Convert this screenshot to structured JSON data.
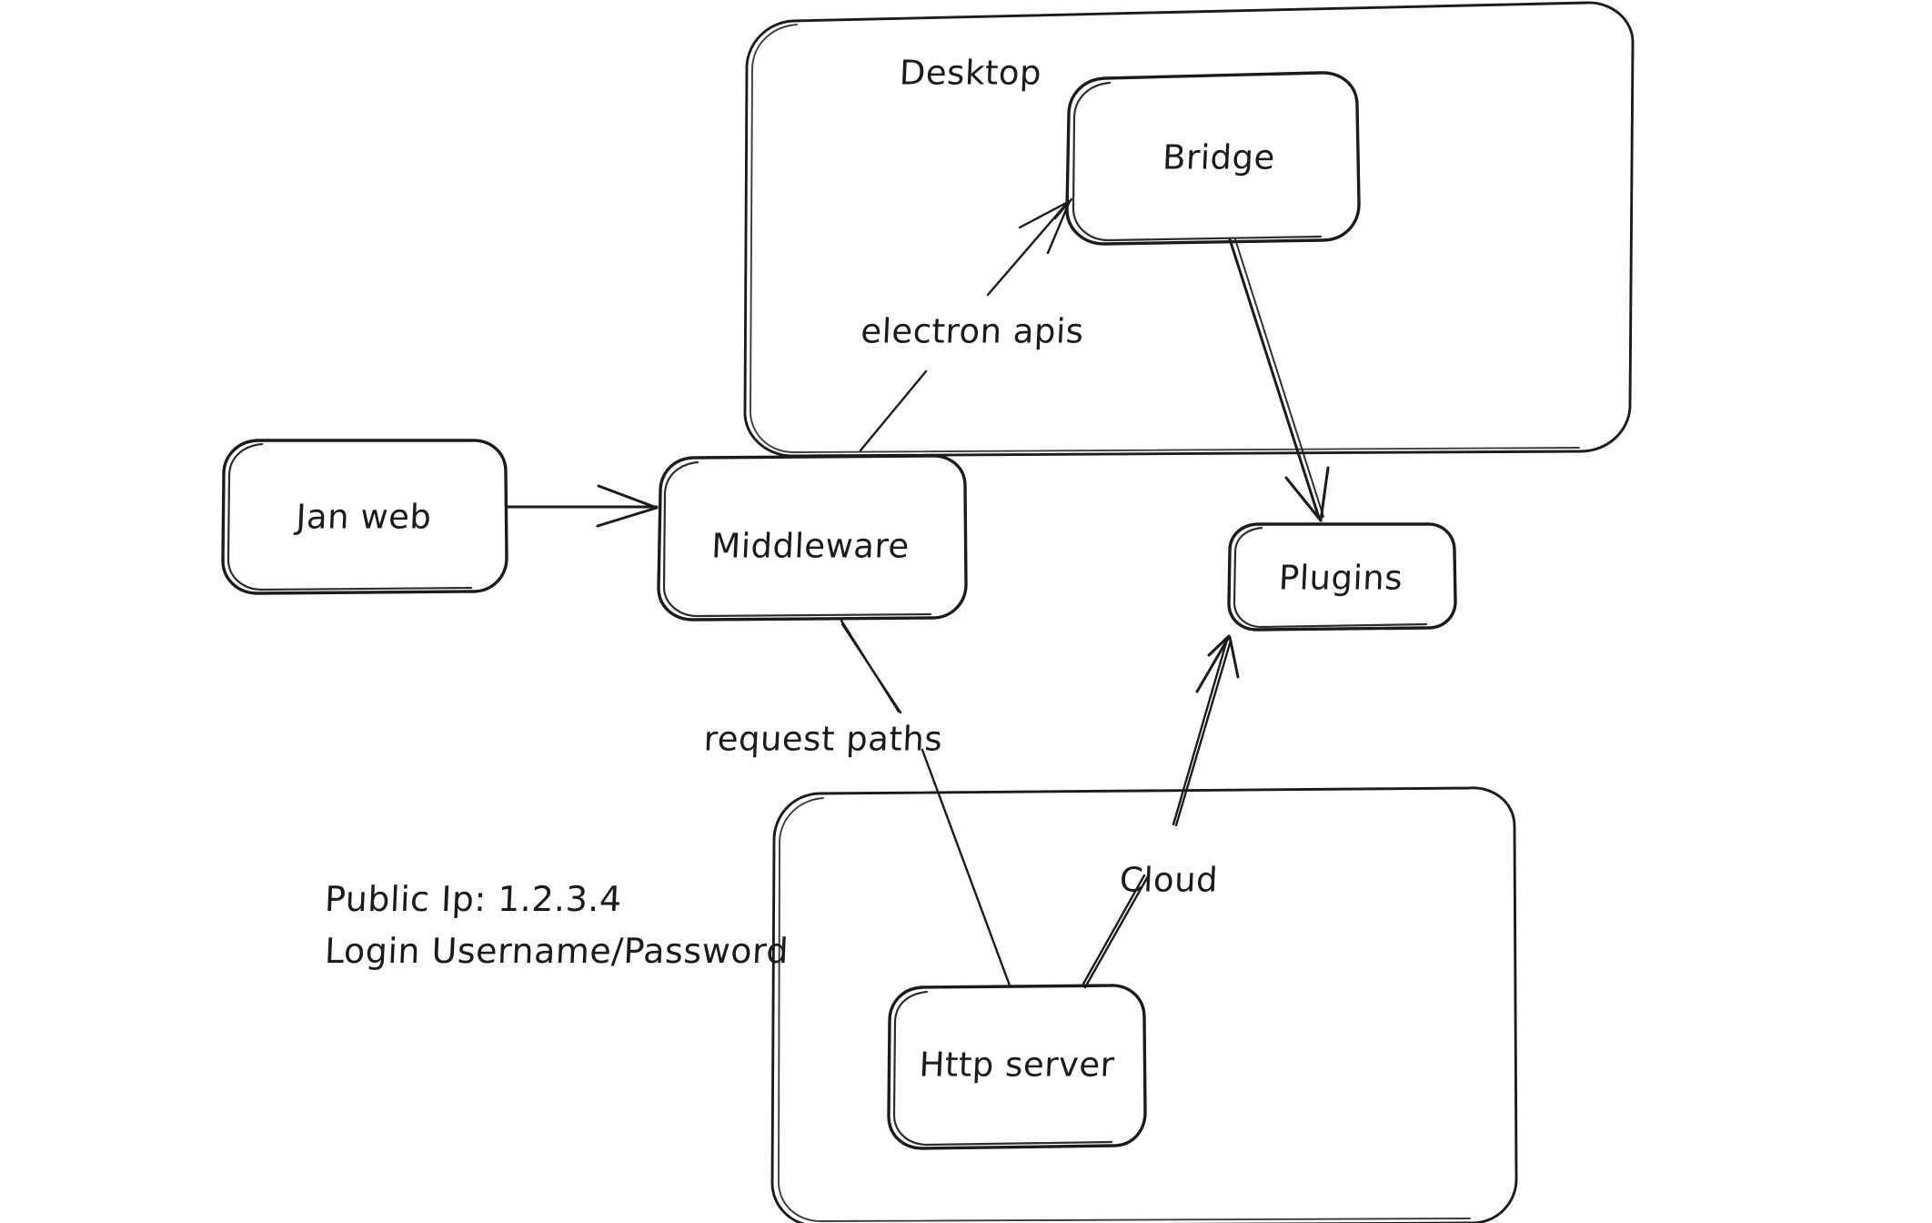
{
  "diagram": {
    "type": "architecture-flow-diagram",
    "background_color": "#ffffff",
    "stroke_color": "#1b1b1f",
    "style": "hand-drawn-sketch",
    "containers": [
      {
        "id": "desktop",
        "label": "Desktop",
        "label_position": "top-center"
      },
      {
        "id": "cloud-container",
        "label": "",
        "label_position": "none"
      }
    ],
    "nodes": [
      {
        "id": "jan-web",
        "label": "Jan web"
      },
      {
        "id": "middleware",
        "label": "Middleware"
      },
      {
        "id": "bridge",
        "label": "Bridge"
      },
      {
        "id": "plugins",
        "label": "Plugins"
      },
      {
        "id": "http-server",
        "label": "Http server"
      }
    ],
    "edges": [
      {
        "id": "jan-to-middleware",
        "from": "jan-web",
        "to": "middleware",
        "label": ""
      },
      {
        "id": "middleware-to-bridge",
        "from": "middleware",
        "to": "bridge",
        "label": "electron apis"
      },
      {
        "id": "bridge-to-plugins",
        "from": "bridge",
        "to": "plugins",
        "label": ""
      },
      {
        "id": "middleware-to-http",
        "from": "middleware",
        "to": "http-server",
        "label": "request paths"
      },
      {
        "id": "http-to-plugins",
        "from": "http-server",
        "to": "plugins",
        "label": "Cloud"
      }
    ],
    "notes": {
      "public_ip_line": "Public Ip: 1.2.3.4",
      "login_line": "Login Username/Password"
    }
  }
}
